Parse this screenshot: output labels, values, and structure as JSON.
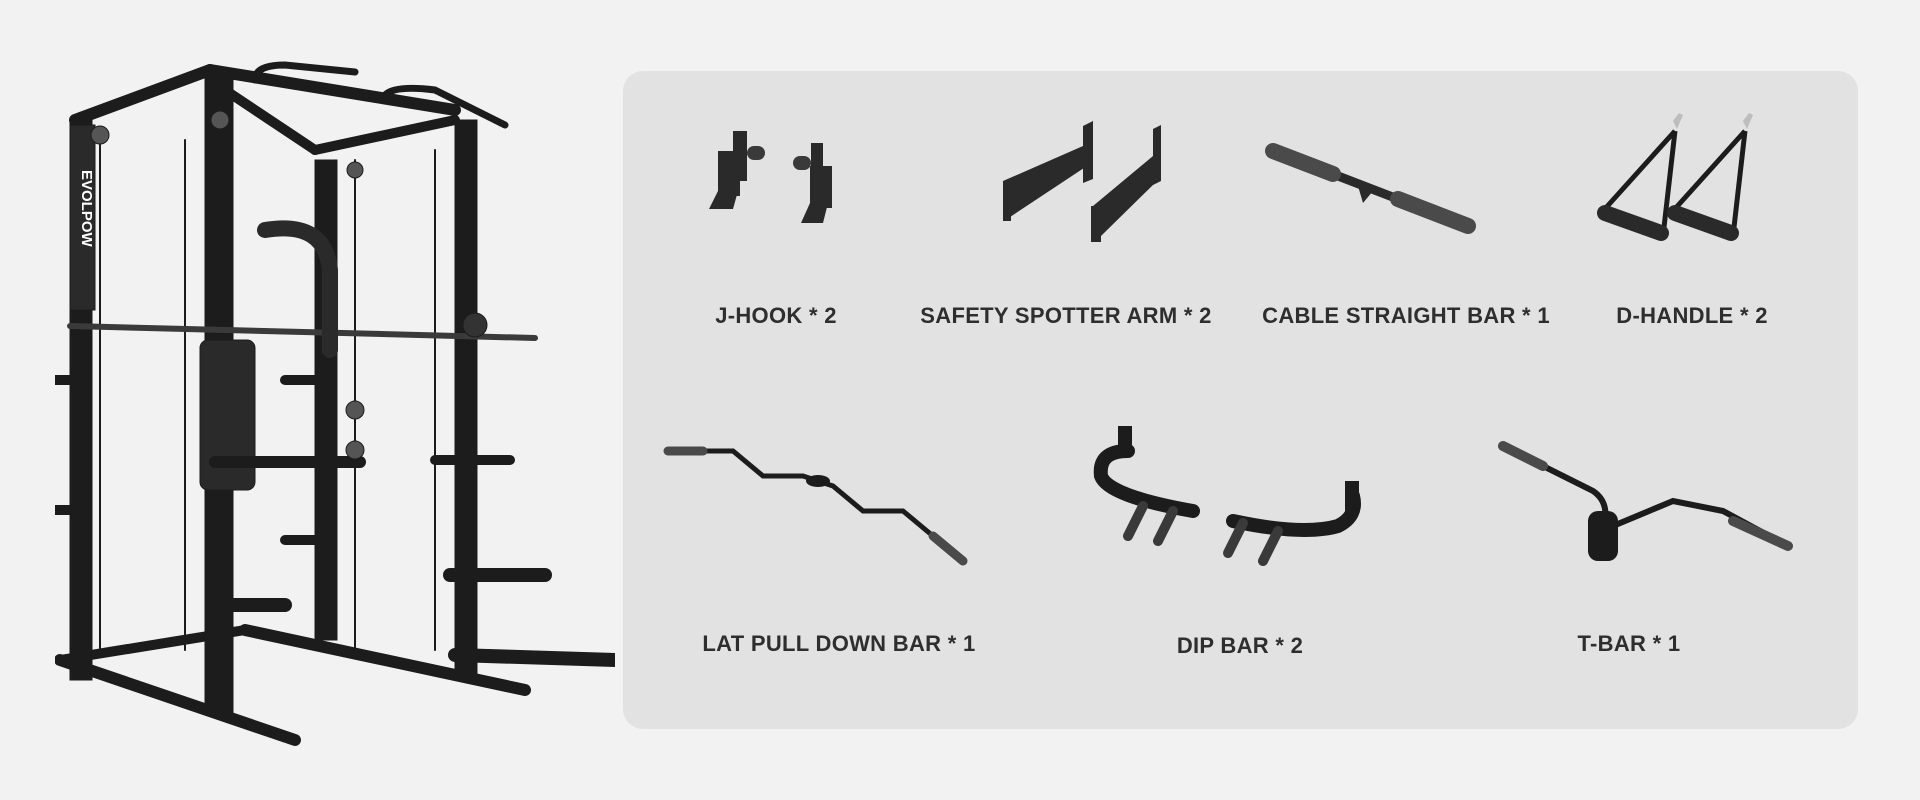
{
  "product": {
    "brand": "EVOLPOW",
    "image_alt": "Smith machine power rack"
  },
  "accessories": [
    {
      "name": "J-HOOK",
      "qty": "2",
      "label": "J-HOOK * 2"
    },
    {
      "name": "SAFETY SPOTTER ARM",
      "qty": "2",
      "label": "SAFETY SPOTTER ARM * 2"
    },
    {
      "name": "CABLE STRAIGHT BAR",
      "qty": "1",
      "label": "CABLE STRAIGHT BAR * 1"
    },
    {
      "name": "D-HANDLE",
      "qty": "2",
      "label": "D-HANDLE * 2"
    },
    {
      "name": "LAT PULL DOWN BAR",
      "qty": "1",
      "label": "LAT PULL DOWN BAR * 1"
    },
    {
      "name": "DIP BAR",
      "qty": "2",
      "label": "DIP BAR * 2"
    },
    {
      "name": "T-BAR",
      "qty": "1",
      "label": "T-BAR * 1"
    }
  ],
  "colors": {
    "page_bg": "#f2f2f2",
    "panel_bg": "#e2e2e2",
    "label_text": "#2e2e2e",
    "equipment": "#1c1c1c",
    "grip": "#4a4a4a"
  }
}
